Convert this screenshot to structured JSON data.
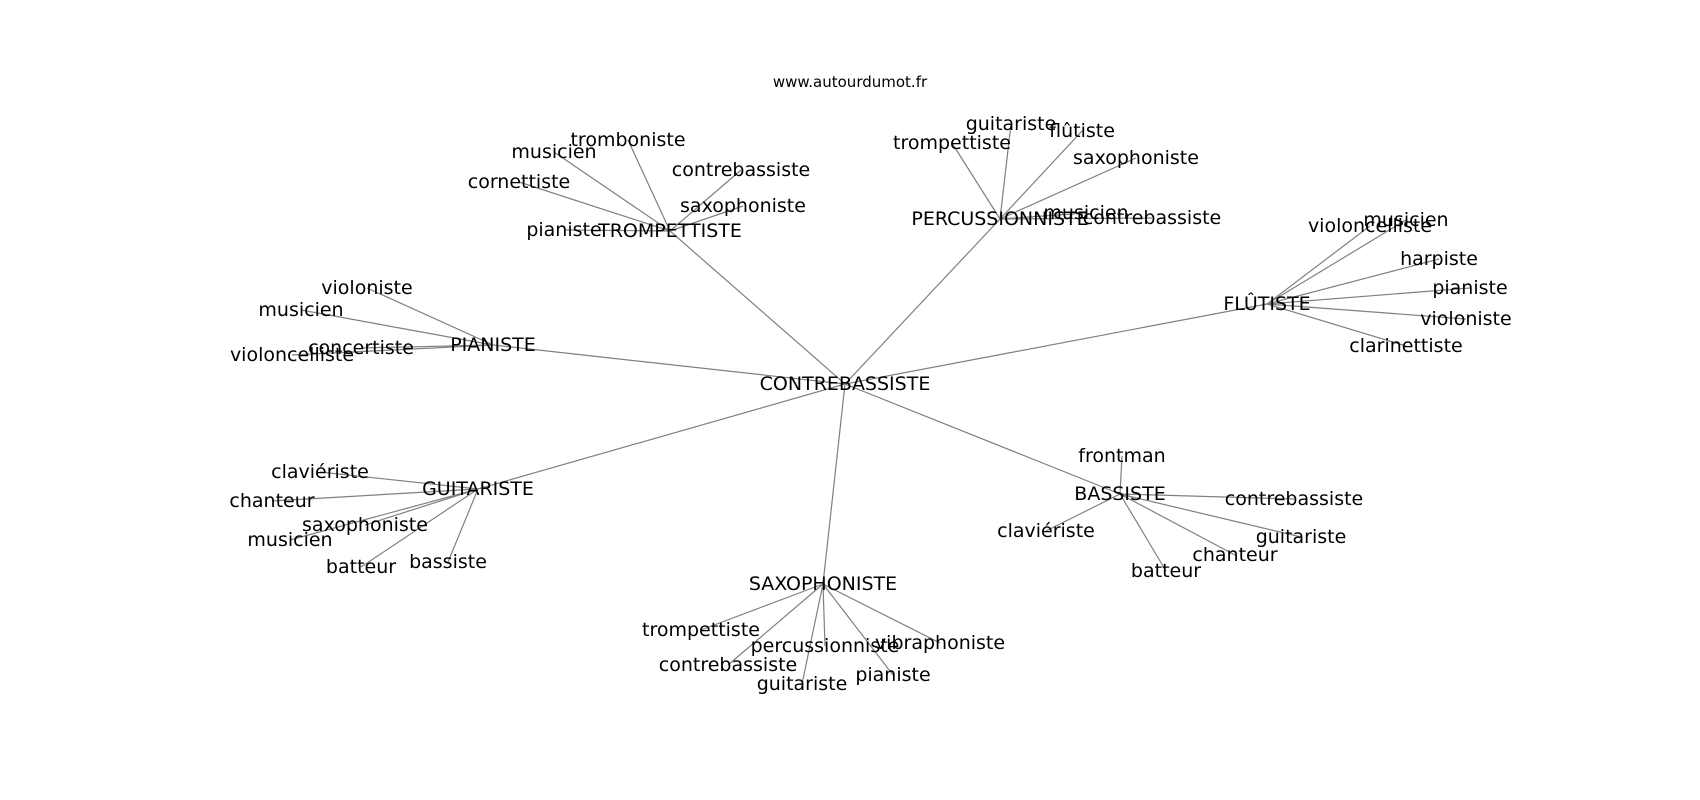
{
  "site": "www.autourdumot.fr",
  "graph": {
    "center": "CONTREBASSISTE",
    "hubs": [
      {
        "label": "TROMPETTISTE",
        "leaves": [
          "musicien",
          "tromboniste",
          "cornettiste",
          "contrebassiste",
          "saxophoniste",
          "pianiste"
        ]
      },
      {
        "label": "PERCUSSIONNISTE",
        "leaves": [
          "guitariste",
          "flûtiste",
          "trompettiste",
          "saxophoniste",
          "musicien",
          "contrebassiste"
        ]
      },
      {
        "label": "FLÛTISTE",
        "leaves": [
          "violoncelliste",
          "musicien",
          "harpiste",
          "pianiste",
          "violoniste",
          "clarinettiste"
        ]
      },
      {
        "label": "PIANISTE",
        "leaves": [
          "violoniste",
          "musicien",
          "concertiste",
          "violoncelliste"
        ]
      },
      {
        "label": "GUITARISTE",
        "leaves": [
          "claviériste",
          "chanteur",
          "saxophoniste",
          "musicien",
          "batteur",
          "bassiste"
        ]
      },
      {
        "label": "BASSISTE",
        "leaves": [
          "frontman",
          "contrebassiste",
          "claviériste",
          "guitariste",
          "chanteur",
          "batteur"
        ]
      },
      {
        "label": "SAXOPHONISTE",
        "leaves": [
          "trompettiste",
          "percussionniste",
          "vibraphoniste",
          "contrebassiste",
          "pianiste",
          "guitariste"
        ]
      }
    ]
  }
}
